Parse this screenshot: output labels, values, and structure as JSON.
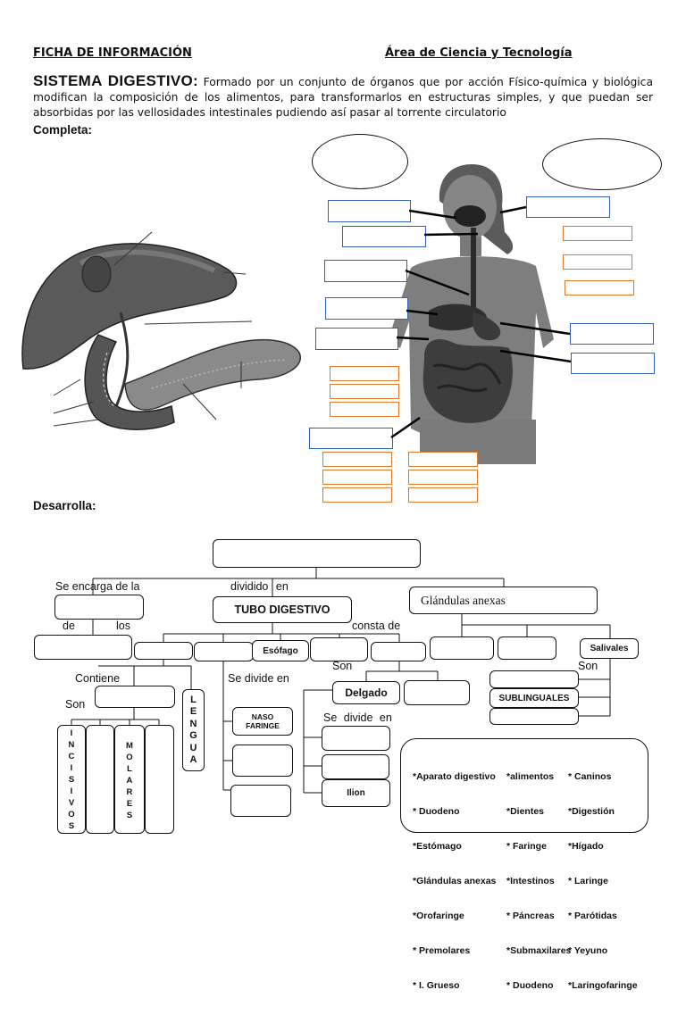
{
  "header": {
    "left_title": "FICHA DE INFORMACIÓN",
    "right_title": "Área de Ciencia y Tecnología"
  },
  "intro": {
    "title": "SISTEMA DIGESTIVO:",
    "text": " Formado por un conjunto de órganos que por acción Físico-química y biológica modifican la composición de los alimentos, para transformarlos en estructuras simples, y que puedan ser absorbidas por las vellosidades intestinales pudiendo así pasar al torrente circulatorio"
  },
  "sections": {
    "complete": "Completa:",
    "develop": "Desarrolla:"
  },
  "concept_map": {
    "labels": {
      "se_encarga": "Se encarga de la",
      "dividido_en": "dividido en",
      "de": "de",
      "los": "los",
      "consta_de": "consta de",
      "contiene": "Contiene",
      "son_left": "Son",
      "se_divide_en": "Se divide en",
      "son_right": "Son",
      "se_divide_en_2": "Se divide en"
    },
    "boxes": {
      "tubo_digestivo": "TUBO DIGESTIVO",
      "glandulas_anexas": "Glándulas anexas",
      "esofago": "Esófago",
      "salivales": "Salivales",
      "delgado": "Delgado",
      "sublinguales": "SUBLINGUALES",
      "naso_faringe": "NASO\nFARINGE",
      "ilion": "Ilion",
      "lengua": "L\nE\nN\nG\nU\nA",
      "incisivos": "I\nN\nC\nI\nS\nI\nV\nO\nS",
      "molares": "M\nO\nL\nA\nR\nE\nS"
    },
    "word_bank": {
      "col1": [
        "*Aparato digestivo",
        "* Duodeno",
        "*Estómago",
        "*Glándulas anexas",
        "*Orofaringe",
        "* Premolares",
        "* I. Grueso"
      ],
      "col2": [
        "*alimentos",
        "*Dientes",
        "* Faringe",
        "*Intestinos",
        "* Páncreas",
        "*Submaxilares",
        "* Duodeno"
      ],
      "col3": [
        "* Caninos",
        "*Digestión",
        "*Hígado",
        "* Laringe",
        "* Parótidas",
        "* Yeyuno",
        "*Laringofaringe"
      ]
    }
  }
}
